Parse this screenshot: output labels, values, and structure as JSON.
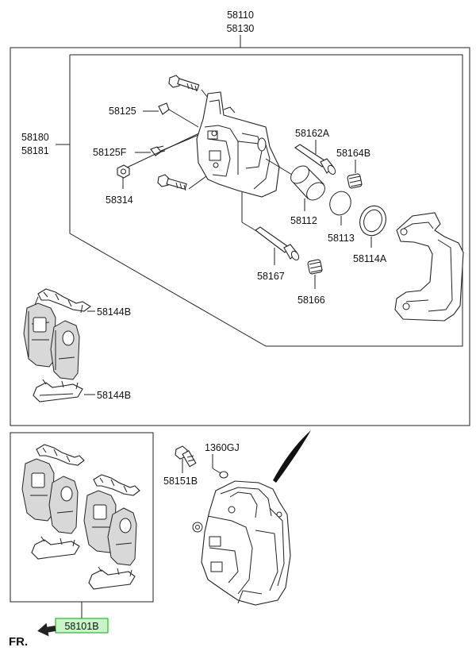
{
  "labels": {
    "p58110": "58110",
    "p58130": "58130",
    "p58180": "58180",
    "p58181": "58181",
    "p58125": "58125",
    "p58125F": "58125F",
    "p58314": "58314",
    "p58162A": "58162A",
    "p58164B": "58164B",
    "p58112": "58112",
    "p58113": "58113",
    "p58114A": "58114A",
    "p58167": "58167",
    "p58166": "58166",
    "p58144B_top": "58144B",
    "p58144B_bottom": "58144B",
    "p1360GJ": "1360GJ",
    "p58151B": "58151B",
    "p58101B": "58101B",
    "fr": "FR."
  },
  "colors": {
    "highlight_fill": "#c8f5c8",
    "highlight_border": "#35b035",
    "line": "#222222"
  }
}
